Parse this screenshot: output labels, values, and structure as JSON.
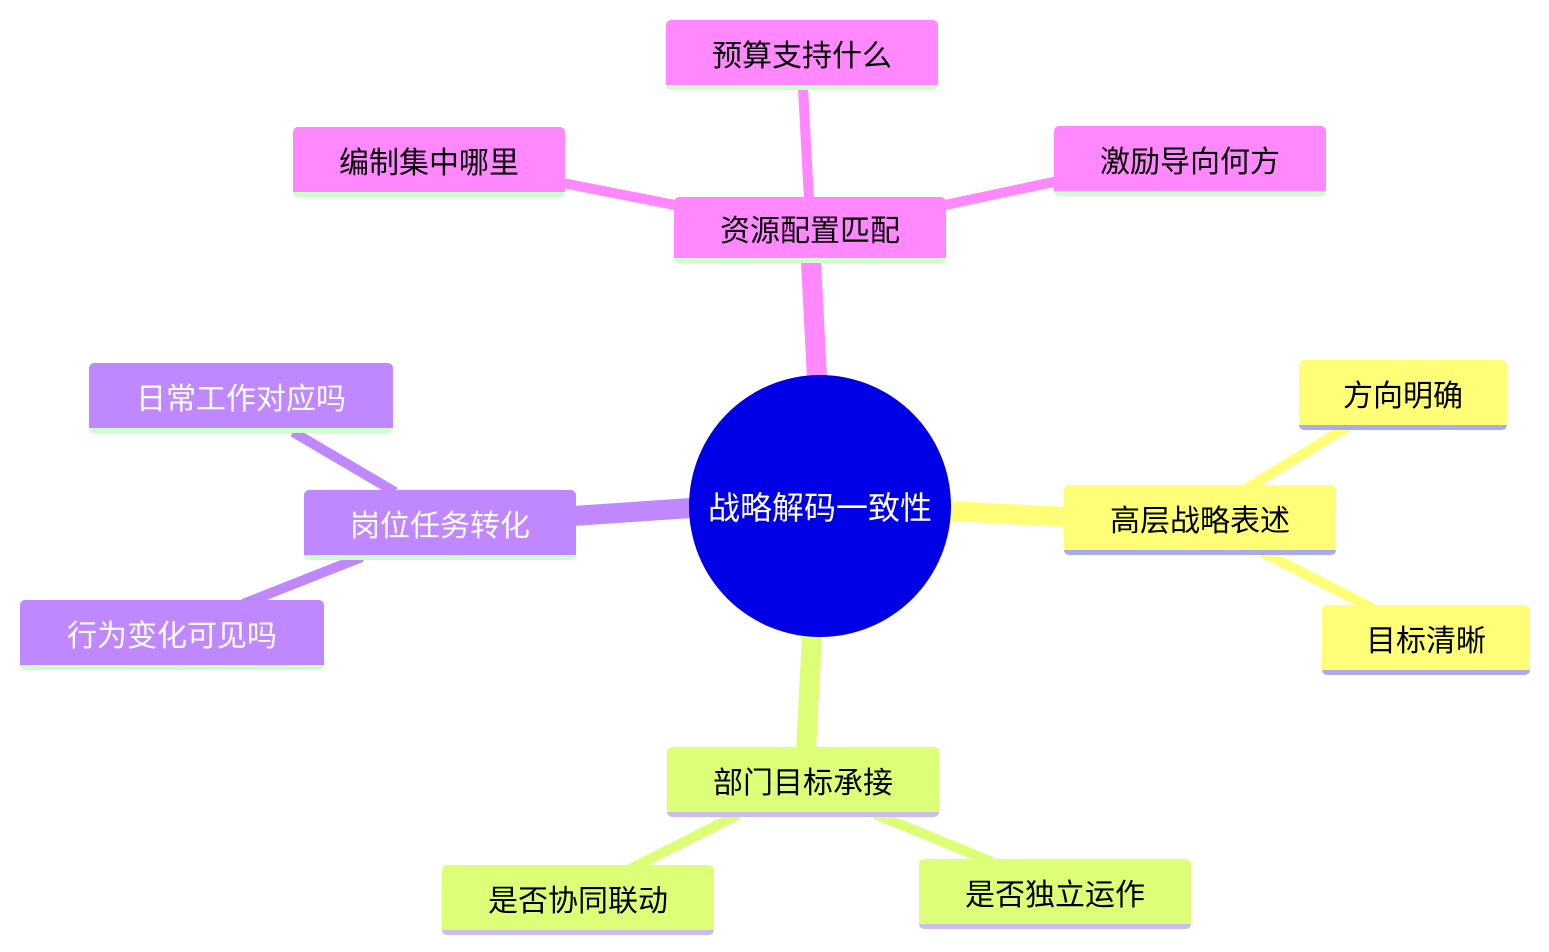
{
  "colors": {
    "center_fill": "#0000e6",
    "center_text": "#ffffff",
    "pink": "#ff88ff",
    "pink_text": "#000000",
    "yellow": "#ffff77",
    "yellow_text": "#000000",
    "green": "#ddff77",
    "green_text": "#000000",
    "purple": "#c088ff",
    "purple_text": "#ffffff",
    "underline_light_green": "#ccffcc",
    "underline_lavender": "#aaaaee",
    "underline_light_purple": "#ccbbee"
  },
  "mindmap": {
    "center": "战略解码一致性",
    "branches": [
      {
        "id": "resource",
        "label": "资源配置匹配",
        "color": "pink",
        "children": [
          "预算支持什么",
          "编制集中哪里",
          "激励导向何方"
        ]
      },
      {
        "id": "strategy",
        "label": "高层战略表述",
        "color": "yellow",
        "children": [
          "方向明确",
          "目标清晰"
        ]
      },
      {
        "id": "department",
        "label": "部门目标承接",
        "color": "green",
        "children": [
          "是否协同联动",
          "是否独立运作"
        ]
      },
      {
        "id": "position",
        "label": "岗位任务转化",
        "color": "purple",
        "children": [
          "日常工作对应吗",
          "行为变化可见吗"
        ]
      }
    ]
  }
}
